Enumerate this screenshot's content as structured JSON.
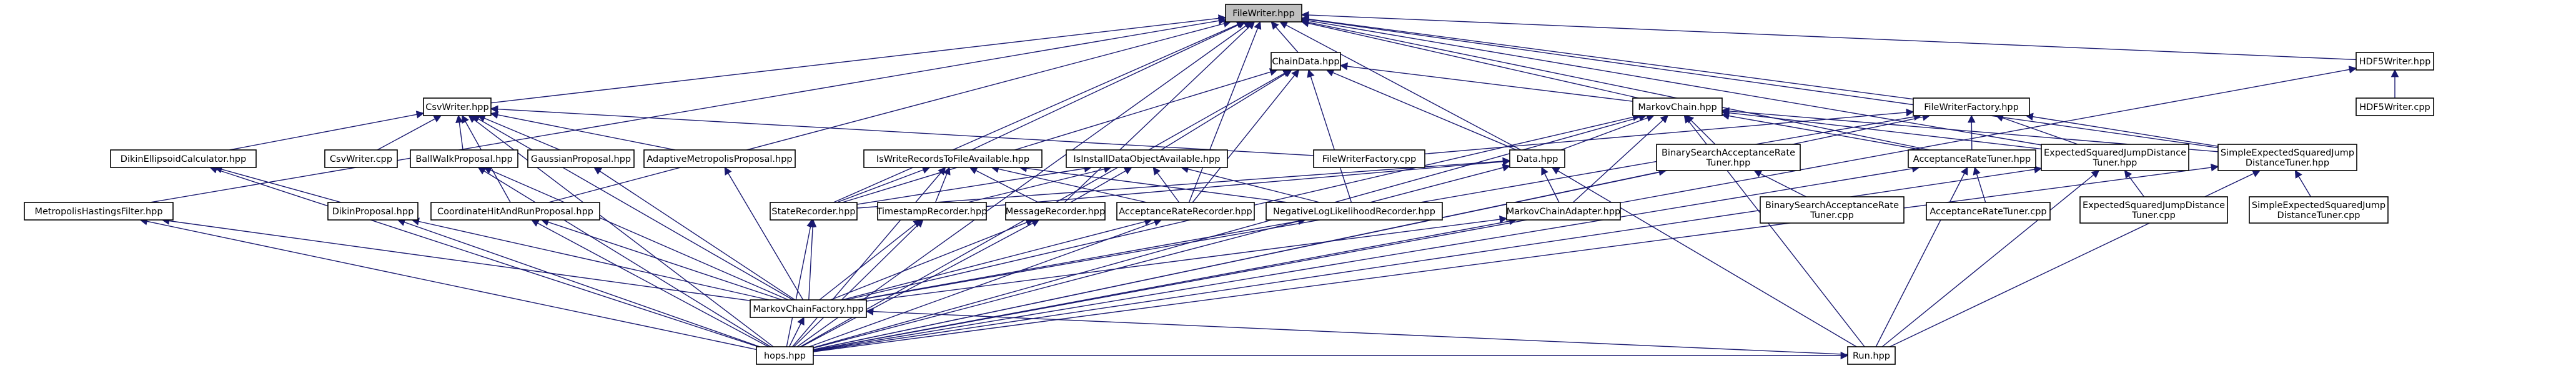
{
  "diagram": {
    "title": "",
    "nodes": [
      {
        "id": "FileWriter",
        "lines": [
          "FileWriter.hpp"
        ]
      },
      {
        "id": "ChainData",
        "lines": [
          "ChainData.hpp"
        ]
      },
      {
        "id": "HDF5Writer",
        "lines": [
          "HDF5Writer.hpp"
        ]
      },
      {
        "id": "HDF5WriterCpp",
        "lines": [
          "HDF5Writer.cpp"
        ]
      },
      {
        "id": "CsvWriter",
        "lines": [
          "CsvWriter.hpp"
        ]
      },
      {
        "id": "MarkovChain",
        "lines": [
          "MarkovChain.hpp"
        ]
      },
      {
        "id": "FileWriterFactory",
        "lines": [
          "FileWriterFactory.hpp"
        ]
      },
      {
        "id": "IsWriteRecords",
        "lines": [
          "IsWriteRecordsToFileAvailable.hpp"
        ]
      },
      {
        "id": "IsInstall",
        "lines": [
          "IsInstallDataObjectAvailable.hpp"
        ]
      },
      {
        "id": "Data",
        "lines": [
          "Data.hpp"
        ]
      },
      {
        "id": "FileWriterFactoryCpp",
        "lines": [
          "FileWriterFactory.cpp"
        ]
      },
      {
        "id": "BinaryTuner",
        "lines": [
          "BinarySearchAcceptanceRate",
          "Tuner.hpp"
        ]
      },
      {
        "id": "AcceptTuner",
        "lines": [
          "AcceptanceRateTuner.hpp"
        ]
      },
      {
        "id": "ESJDTuner",
        "lines": [
          "ExpectedSquaredJumpDistance",
          "Tuner.hpp"
        ]
      },
      {
        "id": "SimpleESJD",
        "lines": [
          "SimpleExpectedSquaredJump",
          "DistanceTuner.hpp"
        ]
      },
      {
        "id": "DikinEll",
        "lines": [
          "DikinEllipsoidCalculator.hpp"
        ]
      },
      {
        "id": "CsvWriterCpp",
        "lines": [
          "CsvWriter.cpp"
        ]
      },
      {
        "id": "BallWalk",
        "lines": [
          "BallWalkProposal.hpp"
        ]
      },
      {
        "id": "Gaussian",
        "lines": [
          "GaussianProposal.hpp"
        ]
      },
      {
        "id": "AdaptiveMetro",
        "lines": [
          "AdaptiveMetropolisProposal.hpp"
        ]
      },
      {
        "id": "BinaryTunerCpp",
        "lines": [
          "BinarySearchAcceptanceRate",
          "Tuner.cpp"
        ]
      },
      {
        "id": "AcceptTunerCpp",
        "lines": [
          "AcceptanceRateTuner.cpp"
        ]
      },
      {
        "id": "ESJDTunerCpp",
        "lines": [
          "ExpectedSquaredJumpDistance",
          "Tuner.cpp"
        ]
      },
      {
        "id": "SimpleESJDCpp",
        "lines": [
          "SimpleExpectedSquaredJump",
          "DistanceTuner.cpp"
        ]
      },
      {
        "id": "MetroFilter",
        "lines": [
          "MetropolisHastingsFilter.hpp"
        ]
      },
      {
        "id": "DikinProp",
        "lines": [
          "DikinProposal.hpp"
        ]
      },
      {
        "id": "CoordHit",
        "lines": [
          "CoordinateHitAndRunProposal.hpp"
        ]
      },
      {
        "id": "StateRec",
        "lines": [
          "StateRecorder.hpp"
        ]
      },
      {
        "id": "TimestampRec",
        "lines": [
          "TimestampRecorder.hpp"
        ]
      },
      {
        "id": "MessageRec",
        "lines": [
          "MessageRecorder.hpp"
        ]
      },
      {
        "id": "AcceptRec",
        "lines": [
          "AcceptanceRateRecorder.hpp"
        ]
      },
      {
        "id": "NegLogRec",
        "lines": [
          "NegativeLogLikelihoodRecorder.hpp"
        ]
      },
      {
        "id": "MCAdapter",
        "lines": [
          "MarkovChainAdapter.hpp"
        ]
      },
      {
        "id": "MCFactory",
        "lines": [
          "MarkovChainFactory.hpp"
        ]
      },
      {
        "id": "Run",
        "lines": [
          "Run.hpp"
        ]
      },
      {
        "id": "Hops",
        "lines": [
          "hops.hpp"
        ]
      }
    ],
    "edges": [
      [
        "ChainData",
        "FileWriter"
      ],
      [
        "CsvWriter",
        "FileWriter"
      ],
      [
        "MarkovChain",
        "FileWriter"
      ],
      [
        "FileWriterFactory",
        "FileWriter"
      ],
      [
        "HDF5Writer",
        "FileWriter"
      ],
      [
        "IsWriteRecords",
        "FileWriter"
      ],
      [
        "Data",
        "FileWriter"
      ],
      [
        "ESJDTuner",
        "FileWriter"
      ],
      [
        "SimpleESJD",
        "FileWriter"
      ],
      [
        "MetroFilter",
        "FileWriter"
      ],
      [
        "StateRec",
        "FileWriter"
      ],
      [
        "MessageRec",
        "FileWriter"
      ],
      [
        "AcceptRec",
        "FileWriter"
      ],
      [
        "Hops",
        "FileWriter"
      ],
      [
        "CoordHit",
        "FileWriter"
      ],
      [
        "AcceptTuner",
        "FileWriter"
      ],
      [
        "HDF5WriterCpp",
        "HDF5Writer"
      ],
      [
        "Hops",
        "HDF5Writer"
      ],
      [
        "IsInstall",
        "ChainData"
      ],
      [
        "Data",
        "ChainData"
      ],
      [
        "StateRec",
        "ChainData"
      ],
      [
        "AcceptRec",
        "ChainData"
      ],
      [
        "NegLogRec",
        "ChainData"
      ],
      [
        "MarkovChain",
        "ChainData"
      ],
      [
        "Hops",
        "ChainData"
      ],
      [
        "DikinEll",
        "CsvWriter"
      ],
      [
        "CsvWriterCpp",
        "CsvWriter"
      ],
      [
        "BallWalk",
        "CsvWriter"
      ],
      [
        "Gaussian",
        "CsvWriter"
      ],
      [
        "AdaptiveMetro",
        "CsvWriter"
      ],
      [
        "FileWriterFactoryCpp",
        "CsvWriter"
      ],
      [
        "CoordHit",
        "CsvWriter"
      ],
      [
        "MCFactory",
        "CsvWriter"
      ],
      [
        "Hops",
        "CsvWriter"
      ],
      [
        "Data",
        "MarkovChain"
      ],
      [
        "BinaryTuner",
        "MarkovChain"
      ],
      [
        "AcceptTuner",
        "MarkovChain"
      ],
      [
        "ESJDTuner",
        "MarkovChain"
      ],
      [
        "SimpleESJD",
        "MarkovChain"
      ],
      [
        "MCAdapter",
        "MarkovChain"
      ],
      [
        "MCFactory",
        "MarkovChain"
      ],
      [
        "Run",
        "MarkovChain"
      ],
      [
        "Hops",
        "MarkovChain"
      ],
      [
        "FileWriterFactoryCpp",
        "FileWriterFactory"
      ],
      [
        "AcceptTuner",
        "FileWriterFactory"
      ],
      [
        "ESJDTuner",
        "FileWriterFactory"
      ],
      [
        "SimpleESJD",
        "FileWriterFactory"
      ],
      [
        "MCFactory",
        "FileWriterFactory"
      ],
      [
        "Hops",
        "FileWriterFactory"
      ],
      [
        "StateRec",
        "IsWriteRecords"
      ],
      [
        "TimestampRec",
        "IsWriteRecords"
      ],
      [
        "MessageRec",
        "IsWriteRecords"
      ],
      [
        "AcceptRec",
        "IsWriteRecords"
      ],
      [
        "NegLogRec",
        "IsWriteRecords"
      ],
      [
        "Hops",
        "IsWriteRecords"
      ],
      [
        "StateRec",
        "IsInstall"
      ],
      [
        "TimestampRec",
        "IsInstall"
      ],
      [
        "MessageRec",
        "IsInstall"
      ],
      [
        "AcceptRec",
        "IsInstall"
      ],
      [
        "NegLogRec",
        "IsInstall"
      ],
      [
        "StateRec",
        "Data"
      ],
      [
        "TimestampRec",
        "Data"
      ],
      [
        "MCAdapter",
        "Data"
      ],
      [
        "Run",
        "Data"
      ],
      [
        "Hops",
        "Data"
      ],
      [
        "BinaryTunerCpp",
        "BinaryTuner"
      ],
      [
        "Hops",
        "BinaryTuner"
      ],
      [
        "AcceptTunerCpp",
        "AcceptTuner"
      ],
      [
        "Run",
        "AcceptTuner"
      ],
      [
        "Hops",
        "AcceptTuner"
      ],
      [
        "ESJDTunerCpp",
        "ESJDTuner"
      ],
      [
        "Run",
        "ESJDTuner"
      ],
      [
        "Hops",
        "ESJDTuner"
      ],
      [
        "SimpleESJDCpp",
        "SimpleESJD"
      ],
      [
        "Run",
        "SimpleESJD"
      ],
      [
        "Hops",
        "SimpleESJD"
      ],
      [
        "DikinProp",
        "DikinEll"
      ],
      [
        "Hops",
        "DikinEll"
      ],
      [
        "MCFactory",
        "BallWalk"
      ],
      [
        "Hops",
        "BallWalk"
      ],
      [
        "MCFactory",
        "Gaussian"
      ],
      [
        "MCFactory",
        "AdaptiveMetro"
      ],
      [
        "MCFactory",
        "MetroFilter"
      ],
      [
        "Hops",
        "MetroFilter"
      ],
      [
        "MCFactory",
        "DikinProp"
      ],
      [
        "Hops",
        "DikinProp"
      ],
      [
        "MCFactory",
        "CoordHit"
      ],
      [
        "Hops",
        "CoordHit"
      ],
      [
        "MCFactory",
        "StateRec"
      ],
      [
        "Hops",
        "StateRec"
      ],
      [
        "MCFactory",
        "TimestampRec"
      ],
      [
        "Hops",
        "TimestampRec"
      ],
      [
        "MCFactory",
        "MessageRec"
      ],
      [
        "Hops",
        "MessageRec"
      ],
      [
        "MCFactory",
        "AcceptRec"
      ],
      [
        "Hops",
        "AcceptRec"
      ],
      [
        "MCFactory",
        "NegLogRec"
      ],
      [
        "MCFactory",
        "MCAdapter"
      ],
      [
        "Hops",
        "MCAdapter"
      ],
      [
        "Run",
        "MCFactory"
      ],
      [
        "Hops",
        "MCFactory"
      ],
      [
        "Hops",
        "Run"
      ]
    ]
  }
}
